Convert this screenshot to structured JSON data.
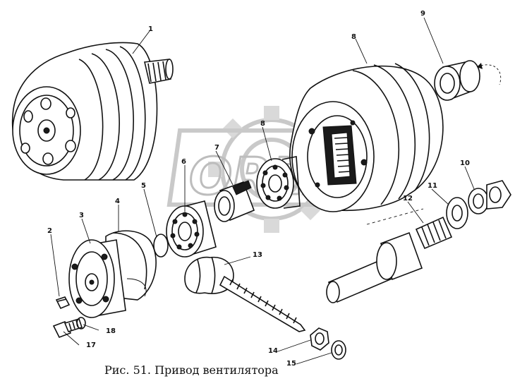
{
  "caption": "Рис. 51. Привод вентилятора",
  "watermark": "OREX",
  "callouts": {
    "c1": "1",
    "c2": "2",
    "c3": "3",
    "c4": "4",
    "c5": "5",
    "c6": "6",
    "c7": "7",
    "c8a": "8",
    "c8b": "8",
    "c9": "9",
    "c10": "10",
    "c11": "11",
    "c12": "12",
    "c13": "13",
    "c14": "14",
    "c15": "15",
    "c17": "17",
    "c18": "18"
  },
  "colors": {
    "ink": "#111111",
    "paper": "#ffffff",
    "watermark": "#c9c9c9"
  }
}
